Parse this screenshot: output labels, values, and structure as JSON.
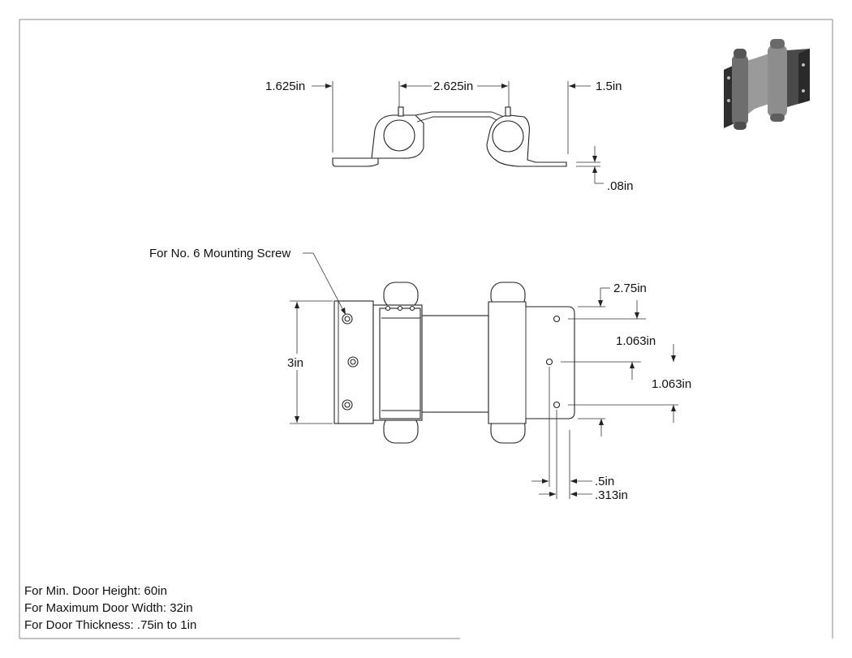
{
  "top_view": {
    "dim_left": "1.625in",
    "dim_middle": "2.625in",
    "dim_right": "1.5in",
    "dim_thickness": ".08in"
  },
  "front_view": {
    "callout_screw": "For No. 6 Mounting Screw",
    "dim_height": "3in",
    "dim_top_hole_offset": "2.75in",
    "dim_hole_spacing_1": "1.063in",
    "dim_hole_spacing_2": "1.063in",
    "dim_edge_1": ".5in",
    "dim_edge_2": ".313in"
  },
  "notes": [
    "For Min. Door Height: 60in",
    "For Maximum Door Width: 32in",
    "For Door Thickness: .75in to 1in"
  ],
  "colors": {
    "line": "#222222",
    "hinge_body": "#8a8a8a",
    "hinge_dark": "#3a3a3a"
  }
}
